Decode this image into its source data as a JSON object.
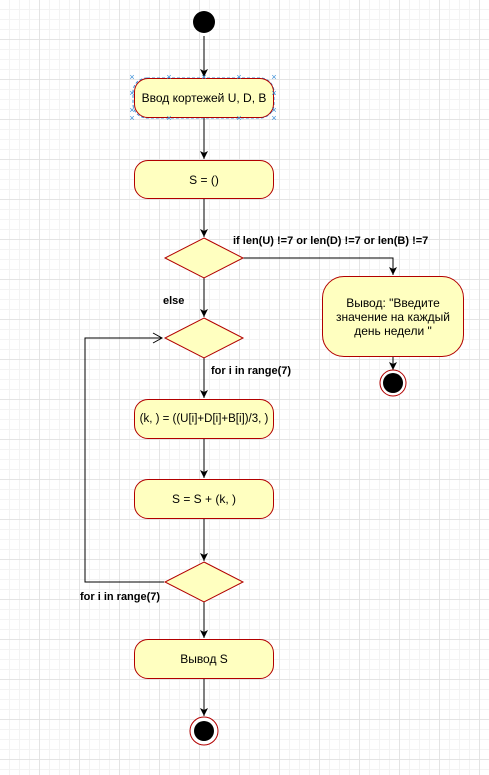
{
  "nodes": {
    "input": "Ввод кортежей U, D, B",
    "init": "S = ()",
    "message": "Вывод: \"Введите значение на каждый день недели \"",
    "calc": "(k, ) = ((U[i]+D[i]+B[i])/3, )",
    "accumulate": "S = S + (k, )",
    "output": "Вывод S"
  },
  "edge_labels": {
    "condition": "if len(U) !=7 or len(D) !=7 or len(B) !=7",
    "else": "else",
    "loop_head": "for i in range(7)",
    "loop_tail": "for i in range(7)"
  },
  "colors": {
    "fill": "#ffffc0",
    "stroke": "#b20000",
    "edge": "#000000",
    "selection": "#3c8fd7"
  }
}
